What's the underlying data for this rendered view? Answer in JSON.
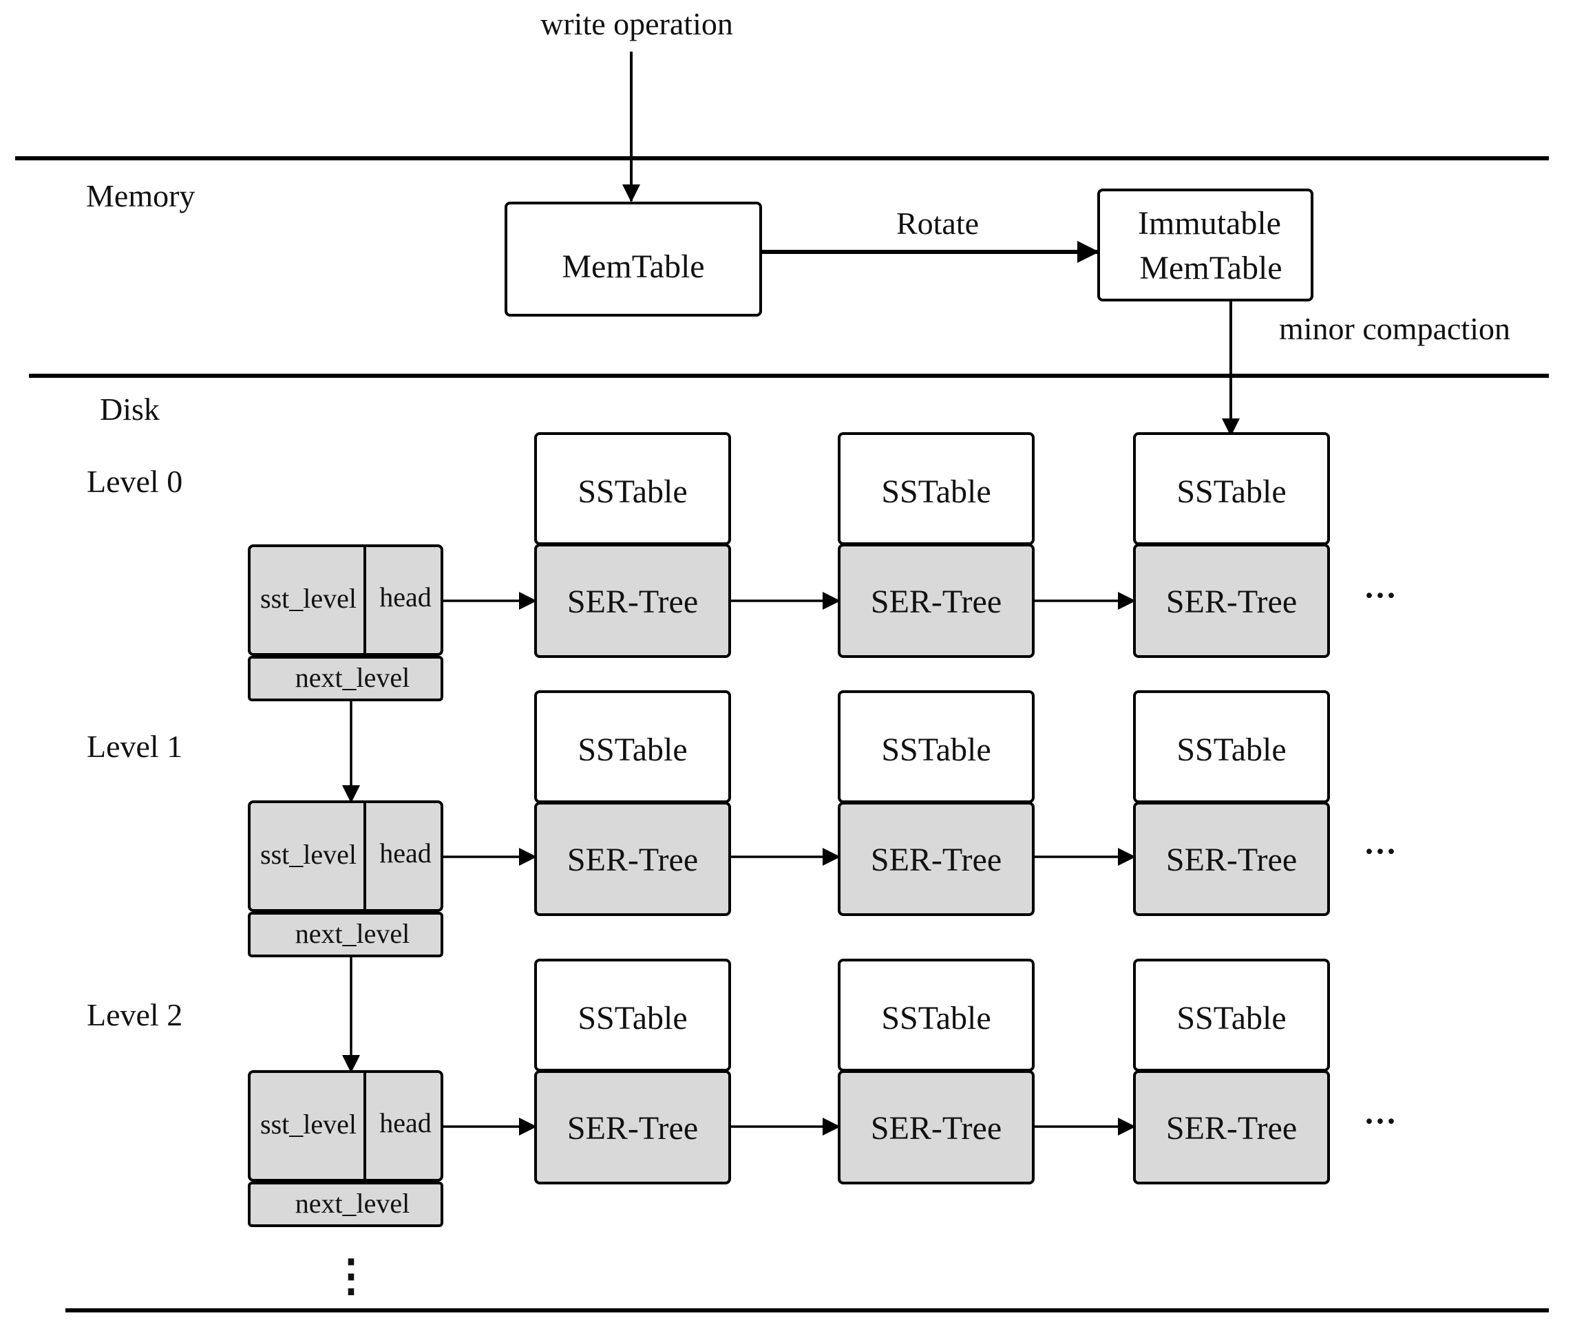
{
  "labels": {
    "write_operation": "write operation",
    "memory": "Memory",
    "disk": "Disk",
    "rotate": "Rotate",
    "minor_compaction": "minor compaction",
    "memtable": "MemTable",
    "immutable_line1": "Immutable",
    "immutable_line2": "MemTable"
  },
  "levels": [
    {
      "name": "Level 0",
      "header": {
        "sst_level": "sst_level",
        "head": "head",
        "next_level": "next_level"
      },
      "nodes": [
        {
          "top": "SSTable",
          "bottom": "SER-Tree"
        },
        {
          "top": "SSTable",
          "bottom": "SER-Tree"
        },
        {
          "top": "SSTable",
          "bottom": "SER-Tree"
        }
      ],
      "ellipsis": "···"
    },
    {
      "name": "Level 1",
      "header": {
        "sst_level": "sst_level",
        "head": "head",
        "next_level": "next_level"
      },
      "nodes": [
        {
          "top": "SSTable",
          "bottom": "SER-Tree"
        },
        {
          "top": "SSTable",
          "bottom": "SER-Tree"
        },
        {
          "top": "SSTable",
          "bottom": "SER-Tree"
        }
      ],
      "ellipsis": "···"
    },
    {
      "name": "Level 2",
      "header": {
        "sst_level": "sst_level",
        "head": "head",
        "next_level": "next_level"
      },
      "nodes": [
        {
          "top": "SSTable",
          "bottom": "SER-Tree"
        },
        {
          "top": "SSTable",
          "bottom": "SER-Tree"
        },
        {
          "top": "SSTable",
          "bottom": "SER-Tree"
        }
      ],
      "ellipsis": "···"
    }
  ],
  "vertical_ellipsis": "⋮"
}
